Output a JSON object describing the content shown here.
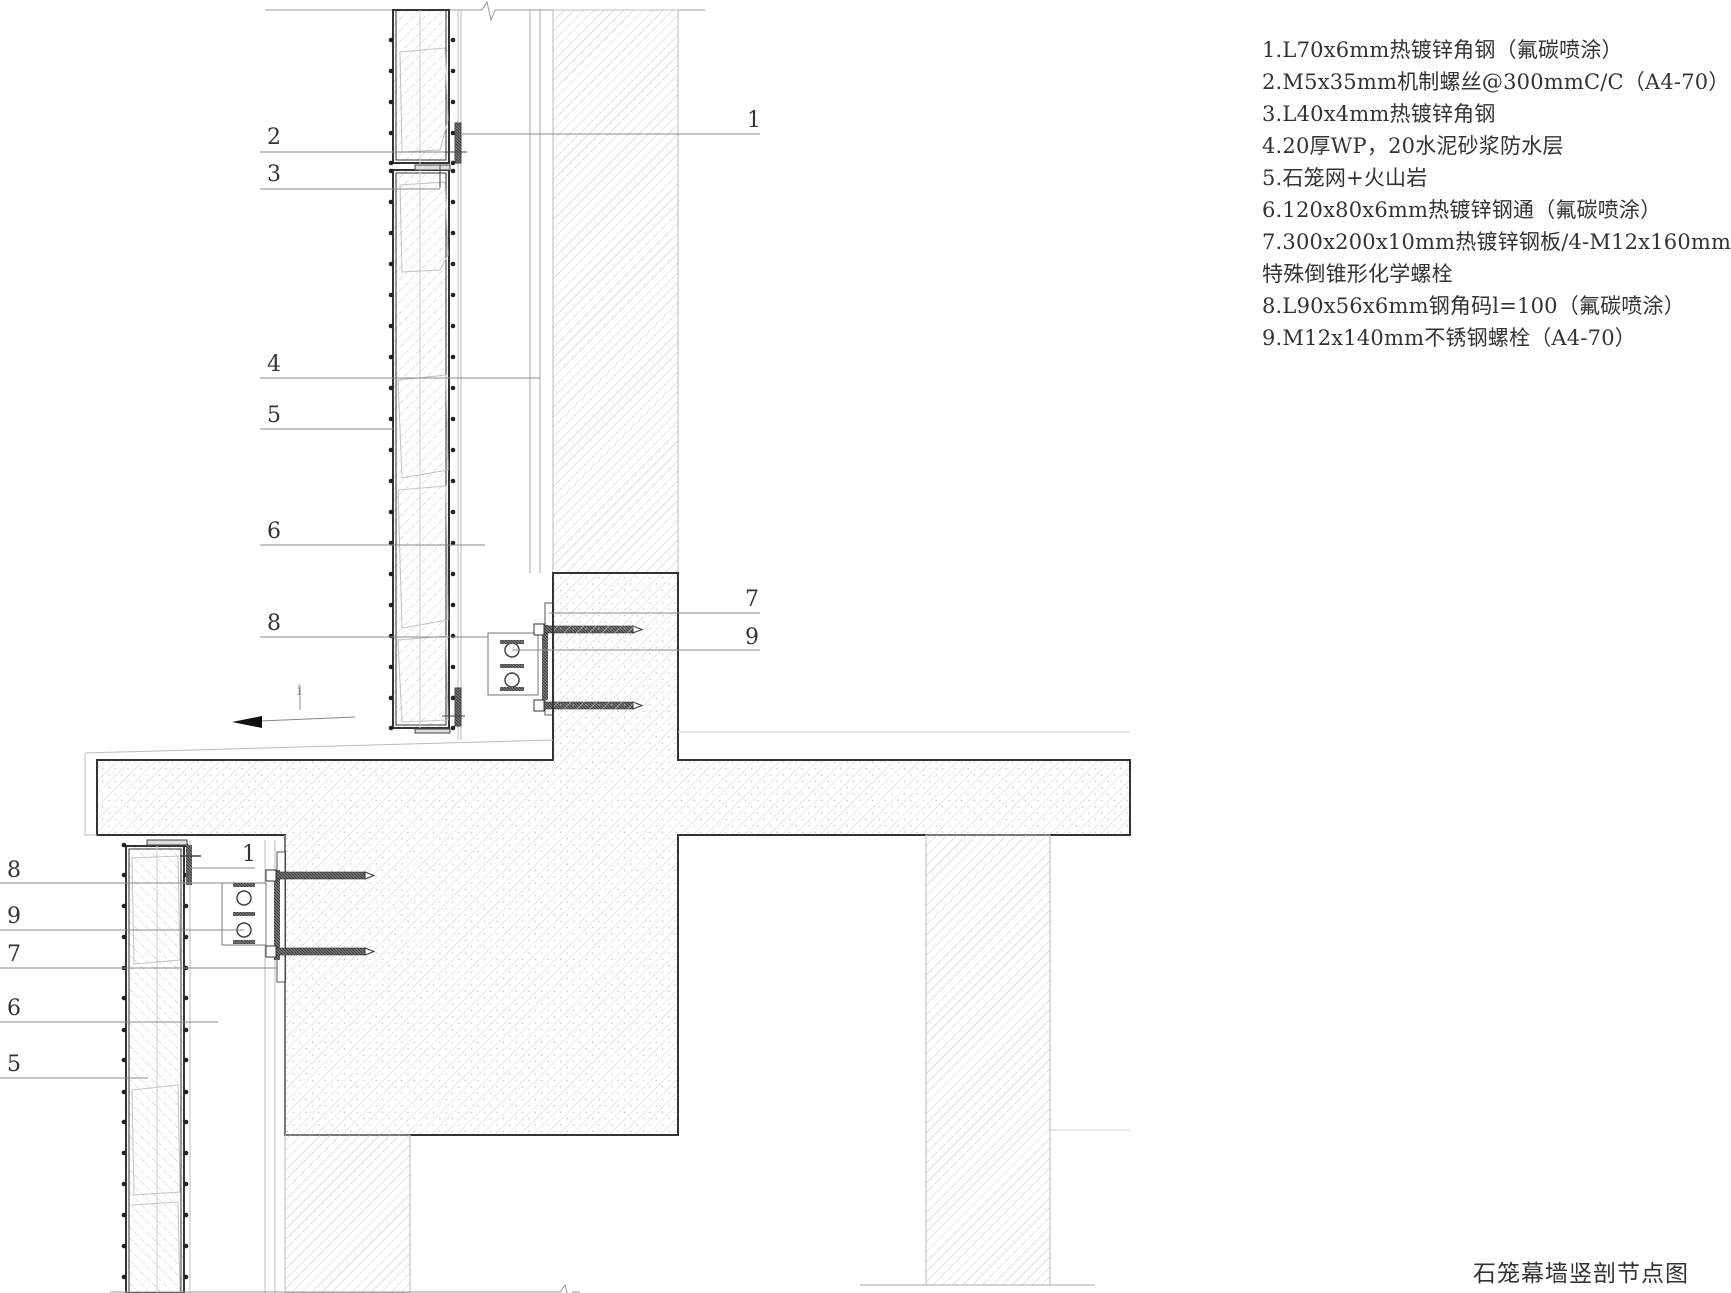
{
  "drawing": {
    "title": "石笼幕墙竖剖节点图",
    "type": "vertical section detail of gabion curtain wall",
    "colors": {
      "line": "#333333",
      "light_line": "#bbbbbb",
      "hatch": "#c8c8c8",
      "background": "#ffffff"
    }
  },
  "legend": {
    "items": [
      {
        "num": "1",
        "text": "1.L70x6mm热镀锌角钢（氟碳喷涂）"
      },
      {
        "num": "2",
        "text": "2.M5x35mm机制螺丝@300mmC/C（A4-70）"
      },
      {
        "num": "3",
        "text": "3.L40x4mm热镀锌角钢"
      },
      {
        "num": "4",
        "text": "4.20厚WP，20水泥砂浆防水层"
      },
      {
        "num": "5",
        "text": "5.石笼网+火山岩"
      },
      {
        "num": "6",
        "text": "6.120x80x6mm热镀锌钢通（氟碳喷涂）"
      },
      {
        "num": "7",
        "text": "7.300x200x10mm热镀锌钢板/4-M12x160mm",
        "continuation": "特殊倒锥形化学螺栓"
      },
      {
        "num": "8",
        "text": "8.L90x56x6mm钢角码l=100（氟碳喷涂）"
      },
      {
        "num": "9",
        "text": "9.M12x140mm不锈钢螺栓（A4-70）"
      }
    ]
  },
  "callouts": {
    "upper": [
      {
        "label": "1",
        "side": "right"
      },
      {
        "label": "2",
        "side": "left"
      },
      {
        "label": "3",
        "side": "left"
      },
      {
        "label": "4",
        "side": "left"
      },
      {
        "label": "5",
        "side": "left"
      },
      {
        "label": "6",
        "side": "left"
      },
      {
        "label": "7",
        "side": "right"
      },
      {
        "label": "9",
        "side": "right"
      },
      {
        "label": "8",
        "side": "left"
      }
    ],
    "lower": [
      {
        "label": "1",
        "side": "right"
      },
      {
        "label": "8",
        "side": "left"
      },
      {
        "label": "9",
        "side": "left"
      },
      {
        "label": "7",
        "side": "left"
      },
      {
        "label": "6",
        "side": "left"
      },
      {
        "label": "5",
        "side": "left"
      }
    ]
  },
  "annotations": {
    "slope_arrow": "i"
  }
}
